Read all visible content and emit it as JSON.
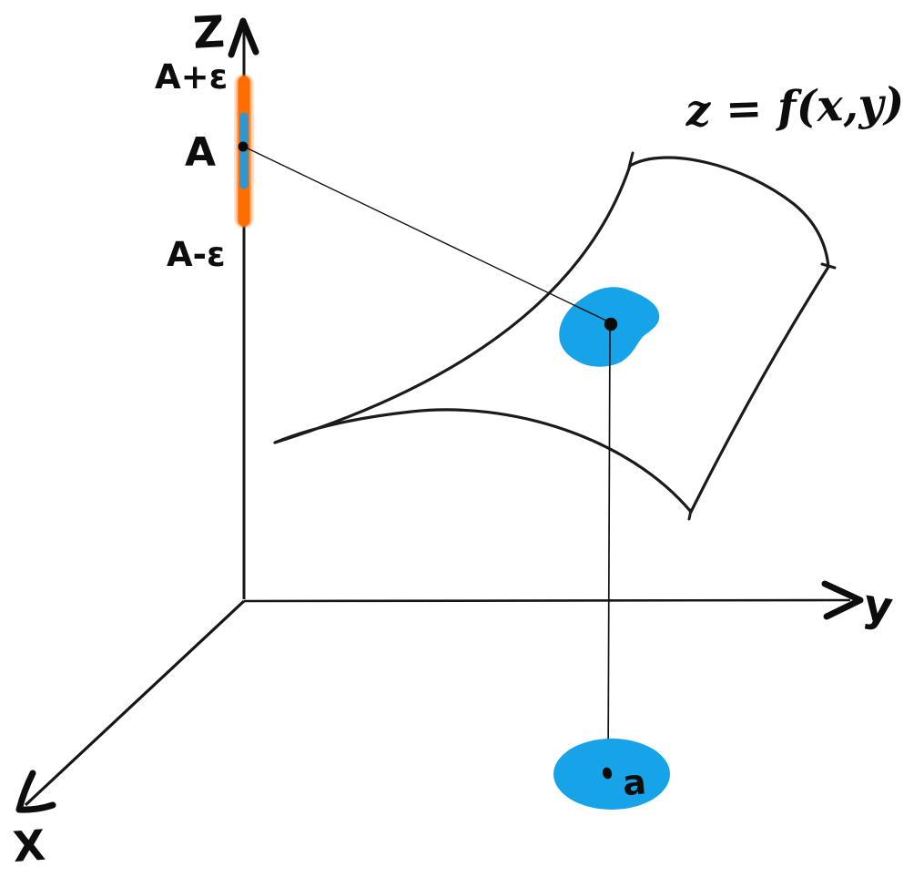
{
  "equation_label": "z = f(x,y)",
  "axis_labels": {
    "z": "Z",
    "y": "y",
    "x": "X"
  },
  "z_axis_ticks": {
    "upper": "A+ε",
    "center": "A",
    "lower": "A-ε"
  },
  "base_point_label": "a",
  "colors": {
    "epsilon_band_orange": "#ff6d00",
    "interval_blue": "#2a97d8",
    "neighborhood_blue": "#17a3e8",
    "ink": "#111111"
  }
}
